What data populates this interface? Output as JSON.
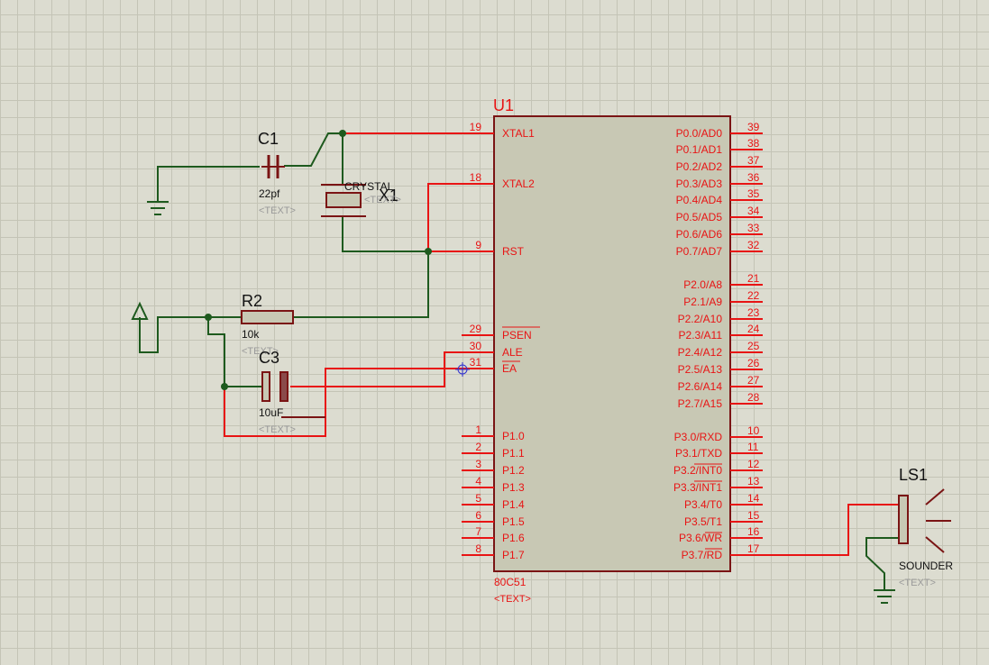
{
  "u1": {
    "ref": "U1",
    "part": "80C51",
    "text": "<TEXT>",
    "left_pins": [
      {
        "num": "19",
        "label": "XTAL1"
      },
      {
        "num": "18",
        "label": "XTAL2"
      },
      {
        "num": "9",
        "label": "RST"
      },
      {
        "num": "29",
        "label": "PSEN"
      },
      {
        "num": "30",
        "label": "ALE"
      },
      {
        "num": "31",
        "label": "EA"
      },
      {
        "num": "1",
        "label": "P1.0"
      },
      {
        "num": "2",
        "label": "P1.1"
      },
      {
        "num": "3",
        "label": "P1.2"
      },
      {
        "num": "4",
        "label": "P1.3"
      },
      {
        "num": "5",
        "label": "P1.4"
      },
      {
        "num": "6",
        "label": "P1.5"
      },
      {
        "num": "7",
        "label": "P1.6"
      },
      {
        "num": "8",
        "label": "P1.7"
      }
    ],
    "right_pins": [
      {
        "num": "39",
        "label": "P0.0/AD0"
      },
      {
        "num": "38",
        "label": "P0.1/AD1"
      },
      {
        "num": "37",
        "label": "P0.2/AD2"
      },
      {
        "num": "36",
        "label": "P0.3/AD3"
      },
      {
        "num": "35",
        "label": "P0.4/AD4"
      },
      {
        "num": "34",
        "label": "P0.5/AD5"
      },
      {
        "num": "33",
        "label": "P0.6/AD6"
      },
      {
        "num": "32",
        "label": "P0.7/AD7"
      },
      {
        "num": "21",
        "label": "P2.0/A8"
      },
      {
        "num": "22",
        "label": "P2.1/A9"
      },
      {
        "num": "23",
        "label": "P2.2/A10"
      },
      {
        "num": "24",
        "label": "P2.3/A11"
      },
      {
        "num": "25",
        "label": "P2.4/A12"
      },
      {
        "num": "26",
        "label": "P2.5/A13"
      },
      {
        "num": "27",
        "label": "P2.6/A14"
      },
      {
        "num": "28",
        "label": "P2.7/A15"
      },
      {
        "num": "10",
        "label": "P3.0/RXD"
      },
      {
        "num": "11",
        "label": "P3.1/TXD"
      },
      {
        "num": "12",
        "label": "P3.2/INT0"
      },
      {
        "num": "13",
        "label": "P3.3/INT1"
      },
      {
        "num": "14",
        "label": "P3.4/T0"
      },
      {
        "num": "15",
        "label": "P3.5/T1"
      },
      {
        "num": "16",
        "label": "P3.6/WR"
      },
      {
        "num": "17",
        "label": "P3.7/RD"
      }
    ]
  },
  "c1": {
    "ref": "C1",
    "value": "22pf",
    "text": "<TEXT>"
  },
  "x1": {
    "ref": "X1",
    "value": "CRYSTAL",
    "text": "<TEXT>"
  },
  "r2": {
    "ref": "R2",
    "value": "10k",
    "text": "<TEXT>"
  },
  "c3": {
    "ref": "C3",
    "value": "10uF",
    "text": "<TEXT>"
  },
  "ls1": {
    "ref": "LS1",
    "value": "SOUNDER",
    "text": "<TEXT>"
  },
  "colors": {
    "background": "#dcdcd0",
    "grid": "#c4c4b6",
    "wire_active": "#e81414",
    "wire_passive": "#1e5a1e",
    "component_outline": "#7a1414",
    "chip_body": "#c8c8b4"
  }
}
